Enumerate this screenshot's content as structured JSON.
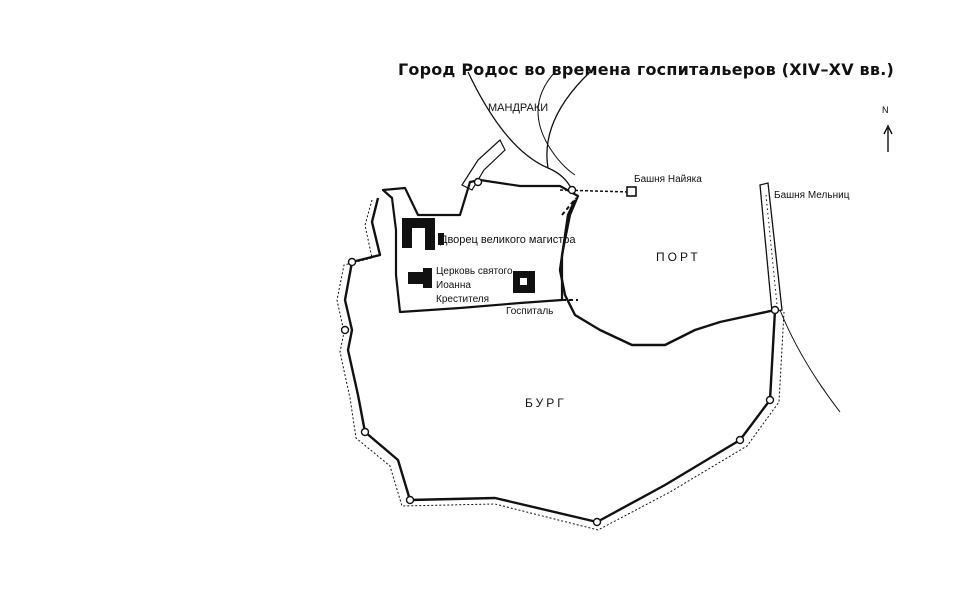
{
  "title": "Город Родос во времена госпитальеров (XIV–XV вв.)",
  "labels": {
    "mandraki": "МАНДРАКИ",
    "tower_naillac": "Башня Найяка",
    "tower_mills": "Башня Мельниц",
    "palace": "Дворец великого магистра",
    "church_line1": "Церковь святого",
    "church_line2": "Иоанна",
    "church_line3": "Крестителя",
    "hospital": "Госпиталь",
    "port": "ПОРТ",
    "burg": "БУРГ",
    "north": "N"
  },
  "colors": {
    "ink": "#111111",
    "background": "#ffffff"
  }
}
